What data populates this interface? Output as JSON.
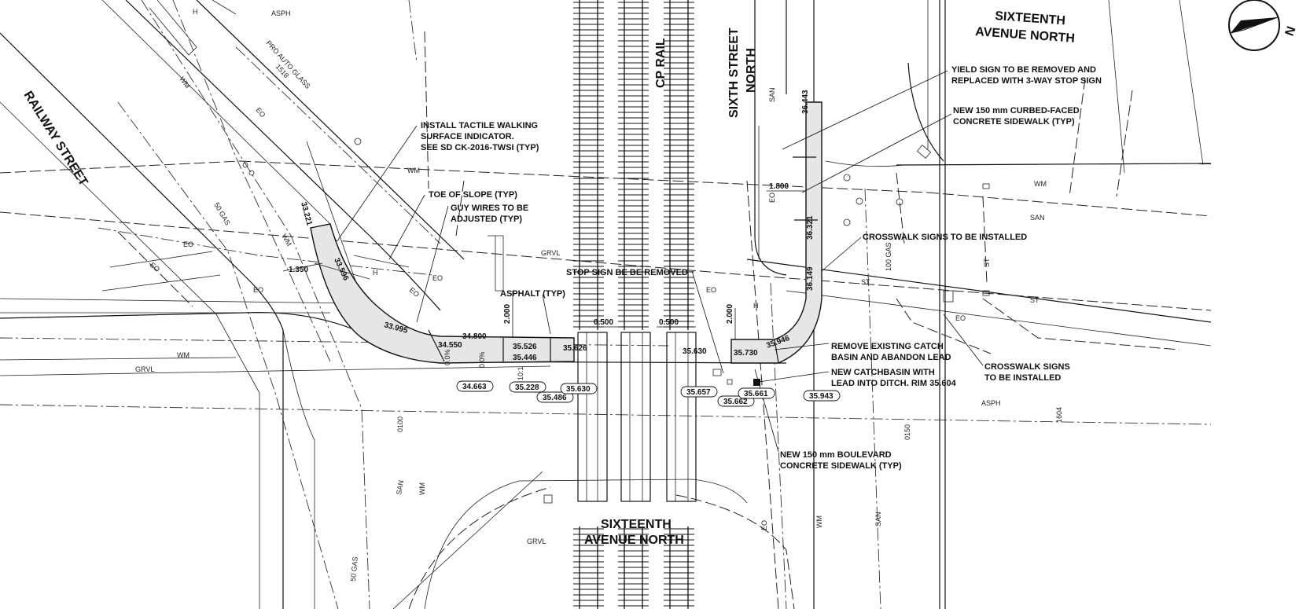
{
  "streets": {
    "railway": "RAILWAY STREET",
    "sixteenth_top_1": "SIXTEENTH",
    "sixteenth_top_2": "AVENUE NORTH",
    "sixteenth_bottom_1": "SIXTEENTH",
    "sixteenth_bottom_2": "AVENUE NORTH",
    "sixth_1": "SIXTH STREET",
    "sixth_2": "NORTH",
    "cp_rail": "CP RAIL"
  },
  "north_arrow": "N",
  "notes": {
    "tactile_1": "INSTALL TACTILE WALKING",
    "tactile_2": "SURFACE INDICATOR.",
    "tactile_3": "SEE SD CK-2016-TWSI (TYP)",
    "toe": "TOE OF SLOPE (TYP)",
    "guy_1": "GUY WIRES TO BE",
    "guy_2": "ADJUSTED (TYP)",
    "asphalt": "ASPHALT (TYP)",
    "stop": "STOP SIGN BE BE REMOVED",
    "yield_1": "YIELD SIGN TO BE REMOVED AND",
    "yield_2": "REPLACED WITH 3-WAY STOP SIGN",
    "curbed_1": "NEW 150 mm CURBED-FACED",
    "curbed_2": "CONCRETE SIDEWALK (TYP)",
    "crosswalk_top": "CROSSWALK SIGNS TO BE INSTALLED",
    "catch_1": "REMOVE EXISTING CATCH",
    "catch_2": "BASIN AND ABANDON LEAD",
    "newcatch_1": "NEW CATCHBASIN WITH",
    "newcatch_2": "LEAD INTO DITCH. RIM 35.604",
    "crosswalk_right_1": "CROSSWALK SIGNS",
    "crosswalk_right_2": "TO BE INSTALLED",
    "boulevard_1": "NEW 150 mm BOULEVARD",
    "boulevard_2": "CONCRETE SIDEWALK (TYP)"
  },
  "surface_labels": {
    "asph_top": "ASPH",
    "asph_right": "ASPH",
    "grvl_mid": "GRVL",
    "grvl_left": "GRVL",
    "grvl_bottom": "GRVL",
    "pro_auto_1": "PRO AUTO GLASS",
    "pro_auto_2": "1518",
    "lot_1604": "1604"
  },
  "utility_labels": {
    "wm_1": "WM",
    "wm_2": "WM",
    "wm_3": "WM",
    "wm_4": "WM",
    "wm_5": "WM",
    "wm_6": "WM",
    "wm_7": "WM",
    "eo_1": "EO",
    "eo_2": "EO",
    "eo_3": "EO",
    "eo_4": "EO",
    "eo_5": "EO",
    "eo_6": "EO",
    "eo_7": "EO",
    "eo_8": "EO",
    "eo_9": "EO",
    "eo_10": "EO",
    "gas_1": "50 GAS",
    "gas_2": "50 GAS",
    "gas_3": "100 GAS",
    "san_1": "SAN",
    "san_2": "SAN",
    "san_3": "SAN",
    "san_4": "SAN",
    "st_1": "ST",
    "st_2": "ST",
    "st_3": "ST",
    "pipe_100": "0100",
    "pipe_150": "0150",
    "h_1": "H",
    "h_2": "H",
    "h_3": "H"
  },
  "dimensions": {
    "d1350": "1.350",
    "d1800": "1.800",
    "d2000a": "2.000",
    "d2000b": "2.000",
    "d0500a": "0.500",
    "d0500b": "0.500",
    "slope_a": "0.0%",
    "slope_b": "0.0%",
    "slope_c": "10:1"
  },
  "elevations": {
    "e33221": "33.221",
    "e33596": "33.596",
    "e33995": "33.995",
    "e34550": "34.550",
    "e34800": "34.800",
    "e35526": "35.526",
    "e35446": "35.446",
    "e35626": "35.626",
    "e35630a": "35.630",
    "e35730": "35.730",
    "e35946": "35.946",
    "e36443": "36.443",
    "e36321": "36.321",
    "e36149": "36.149"
  },
  "elevation_bubbles": {
    "b34663": "34.663",
    "b35228": "35.228",
    "b35486": "35.486",
    "b35630": "35.630",
    "b35657": "35.657",
    "b35662": "35.662",
    "b35661": "35.661",
    "b35943": "35.943"
  }
}
